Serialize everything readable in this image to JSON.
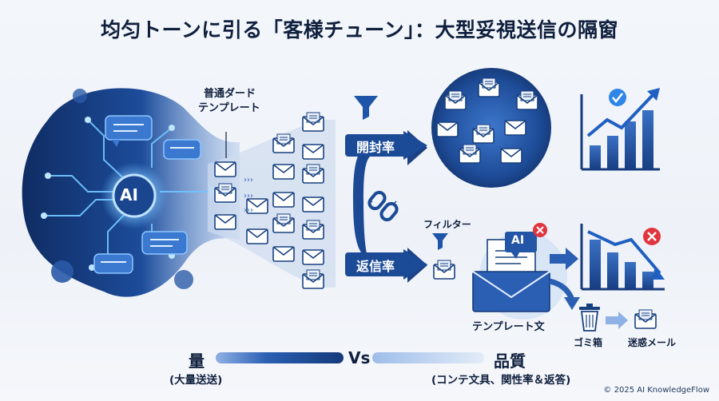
{
  "title": "均匀トーンに引る「客様チューン」：大型妥視送信の隔窗",
  "labels": {
    "template_top": "普通ダード",
    "template_bottom": "テンプレート",
    "ai": "AI",
    "open_rate": "開封率",
    "reply_rate": "返信率",
    "filter": "フィルター",
    "ai_badge": "AI",
    "template_sentence": "テンプレート文",
    "trash": "ゴミ箱",
    "spam": "迷惑メール"
  },
  "comparison": {
    "left_main": "量",
    "left_sub": "(大量送送)",
    "vs": "Vs",
    "right_main": "品質",
    "right_sub": "(コンテ文具、関性率＆返答)"
  },
  "colors": {
    "dark_blue": "#143a7a",
    "mid_blue": "#2a5fb3",
    "light_blue": "#8fb2e6",
    "glow": "#5ab8ff",
    "red": "#e0353f",
    "check": "#2f86e6"
  },
  "icons": [
    "chat-bubble-icon",
    "envelope-icon",
    "filter-funnel-icon",
    "broken-link-icon",
    "trend-up-chart-icon",
    "trend-down-chart-icon",
    "trash-icon",
    "close-icon",
    "check-icon"
  ],
  "copyright": "© 2025 AI KnowledgeFlow"
}
